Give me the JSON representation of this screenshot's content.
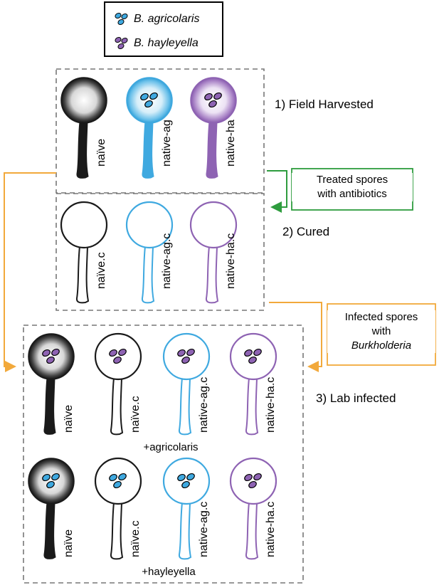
{
  "legend": {
    "items": [
      {
        "name": "B. agricolaris",
        "color": "#3fa9e0"
      },
      {
        "name": "B. hayleyella",
        "color": "#8e63b3"
      }
    ]
  },
  "stages": [
    {
      "label": "1) Field Harvested"
    },
    {
      "label": "2) Cured"
    },
    {
      "label": "3) Lab infected"
    }
  ],
  "process": {
    "antibiotics": [
      "Treated spores",
      "with antibiotics"
    ],
    "infection": [
      "Infected spores",
      "with"
    ],
    "infection_organism": "Burkholderia"
  },
  "treatments": [
    "+agricolaris",
    "+hayleyella"
  ],
  "colors": {
    "black": "#1a1a1a",
    "blue": "#3fa9e0",
    "purple": "#8e63b3",
    "agricolaris_bacteria": "#3fa9e0",
    "hayleyella_bacteria": "#8e63b3",
    "green_arrow": "#2e9c3e",
    "orange_arrow": "#f2a93b",
    "dashed_box": "#777777"
  },
  "spores": {
    "field": [
      {
        "label": "naïve",
        "color": "black",
        "filled": true,
        "bacteria": null
      },
      {
        "label": "native-ag",
        "color": "blue",
        "filled": true,
        "bacteria": "agricolaris"
      },
      {
        "label": "native-ha",
        "color": "purple",
        "filled": true,
        "bacteria": "hayleyella"
      }
    ],
    "cured": [
      {
        "label": "naïve.c",
        "color": "black",
        "filled": false,
        "bacteria": null
      },
      {
        "label": "native-ag.c",
        "color": "blue",
        "filled": false,
        "bacteria": null
      },
      {
        "label": "native-ha.c",
        "color": "purple",
        "filled": false,
        "bacteria": null
      }
    ],
    "infected_agricolaris": [
      {
        "label": "naïve",
        "color": "black",
        "filled": true,
        "bacteria": "hayleyella"
      },
      {
        "label": "naïve.c",
        "color": "black",
        "filled": false,
        "bacteria": "hayleyella"
      },
      {
        "label": "native-ag.c",
        "color": "blue",
        "filled": false,
        "bacteria": "hayleyella"
      },
      {
        "label": "native-ha.c",
        "color": "purple",
        "filled": false,
        "bacteria": "hayleyella"
      }
    ],
    "infected_hayleyella": [
      {
        "label": "naïve",
        "color": "black",
        "filled": true,
        "bacteria": "agricolaris"
      },
      {
        "label": "naïve.c",
        "color": "black",
        "filled": false,
        "bacteria": "agricolaris"
      },
      {
        "label": "native-ag.c",
        "color": "blue",
        "filled": false,
        "bacteria": "agricolaris"
      },
      {
        "label": "native-ha.c",
        "color": "purple",
        "filled": false,
        "bacteria": "hayleyella"
      }
    ]
  }
}
